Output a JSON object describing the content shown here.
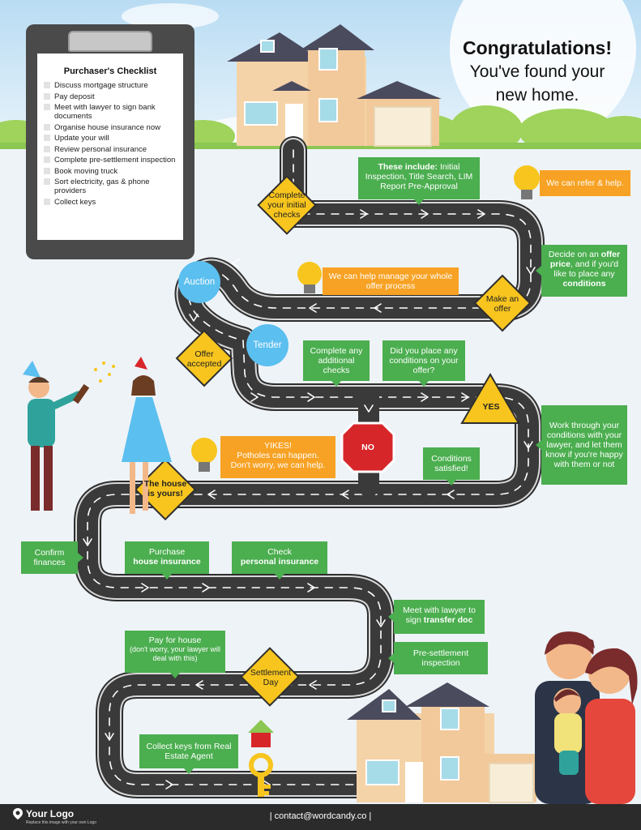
{
  "headline": {
    "line1": "Congratulations!",
    "line2": "You've found your",
    "line3": "new home."
  },
  "checklist": {
    "title": "Purchaser's Checklist",
    "items": [
      "Discuss mortgage structure",
      "Pay deposit",
      "Meet with lawyer to sign bank documents",
      "Organise house insurance now",
      "Update your will",
      "Review personal insurance",
      "Complete pre-settlement inspection",
      "Book moving truck",
      "Sort electricity, gas & phone providers",
      "Collect keys"
    ]
  },
  "steps": {
    "complete_checks": "Complete your initial checks",
    "make_offer": "Make an offer",
    "offer_accepted": "Offer accepted",
    "auction": "Auction",
    "tender": "Tender",
    "yes": "YES",
    "no": "NO",
    "house_yours": "The house is yours!",
    "settlement_day": "Settlement Day"
  },
  "callouts": {
    "these_include_bold": "These include:",
    "these_include_rest": " Initial Inspection, Title Search, LIM Report Pre-Approval",
    "decide_offer_a": "Decide on an ",
    "decide_offer_b": "offer price",
    "decide_offer_c": ", and if you'd like to place any ",
    "decide_offer_d": "conditions",
    "complete_additional": "Complete any additional checks",
    "did_you_place": "Did you place any conditions on your offer?",
    "work_through": "Work through your conditions with your lawyer, and let them know if you're happy with them or not",
    "conditions_satisfied": "Conditions satisfied!",
    "confirm_finances": "Confirm finances",
    "purchase_a": "Purchase",
    "purchase_b": "house insurance",
    "check_a": "Check",
    "check_b": "personal insurance",
    "meet_lawyer_a": "Meet with lawyer to sign ",
    "meet_lawyer_b": "transfer doc",
    "pre_settlement": "Pre-settlement inspection",
    "pay_house_a": "Pay for house",
    "pay_house_b": "(don't worry, your lawyer will deal with this)",
    "collect_keys": "Collect keys from Real Estate Agent"
  },
  "tips": {
    "refer": "We can refer & help.",
    "manage_offer": "We can help manage your whole offer process",
    "yikes_a": "YIKES!",
    "yikes_b": "Potholes can happen.",
    "yikes_c": "Don't worry, we can help."
  },
  "footer": {
    "logo": "Your Logo",
    "logo_sub": "Replace this image with your own Logo",
    "contact": "| contact@wordcandy.co |"
  },
  "colors": {
    "green": "#4bae4f",
    "orange": "#f7a224",
    "road": "#3a3a3a",
    "sign": "#f7c51e",
    "stop": "#d7262a",
    "circle": "#5bbfef",
    "sky": "#cfe6f7"
  }
}
